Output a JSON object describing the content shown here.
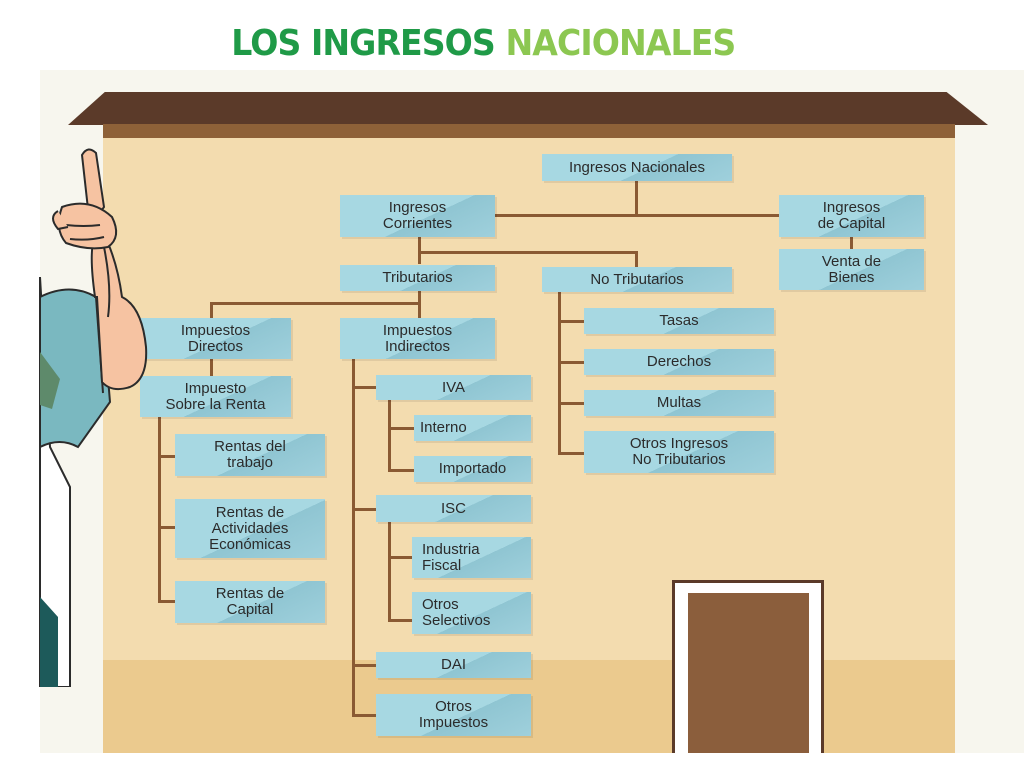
{
  "title": {
    "part1": "LOS INGRESOS",
    "part2": "NACIONALES"
  },
  "colors": {
    "title_dark_green": "#1f9a47",
    "title_light_green": "#8cc751",
    "wall": "#f3dcaf",
    "roof": "#5b3a29",
    "connector": "#8a5a33",
    "node": "#a7d8e2"
  },
  "nodes": {
    "ingresos_nacionales": "Ingresos Nacionales",
    "ingresos_corrientes": "Ingresos\nCorrientes",
    "ingresos_capital": "Ingresos\nde Capital",
    "venta_bienes": "Venta de\nBienes",
    "tributarios": "Tributarios",
    "no_tributarios": "No Tributarios",
    "impuestos_directos": "Impuestos\nDirectos",
    "impuestos_indirectos": "Impuestos\nIndirectos",
    "impuesto_renta": "Impuesto\nSobre la Renta",
    "rentas_trabajo": "Rentas del\ntrabajo",
    "rentas_actividades": "Rentas de\nActividades\nEconómicas",
    "rentas_capital": "Rentas de\nCapital",
    "iva": "IVA",
    "interno": "Interno",
    "importado": "Importado",
    "isc": "ISC",
    "industria_fiscal": "Industria\nFiscal",
    "otros_selectivos": "Otros\nSelectivos",
    "dai": "DAI",
    "otros_impuestos": "Otros\nImpuestos",
    "tasas": "Tasas",
    "derechos": "Derechos",
    "multas": "Multas",
    "otros_ingresos_nt": "Otros Ingresos\nNo Tributarios"
  }
}
